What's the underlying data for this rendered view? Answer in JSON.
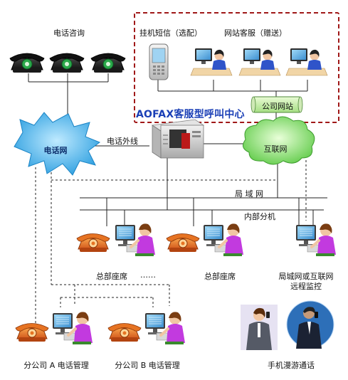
{
  "labels": {
    "phone_consult": "电话咨询",
    "sms_option": "挂机短信（选配）",
    "web_service": "网站客服（赠送）",
    "company_site": "公司网站",
    "system_title": "AOFAX客服型呼叫中心",
    "phone_network": "电话网",
    "phone_outbound": "电话外线",
    "internet": "互联网",
    "lan": "局 域 网",
    "internal_ext": "内部分机",
    "hq_seat_1": "总部座席",
    "ellipsis": "……",
    "hq_seat_2": "总部座席",
    "remote_monitor_line1": "局城网或互联网",
    "remote_monitor_line2": "远程监控",
    "branch_a": "分公司 A 电话管理",
    "branch_b": "分公司 B 电话管理",
    "mobile_roaming": "手机漫游通话"
  },
  "colors": {
    "title_blue": "#1a3fb6",
    "dashed_box_red": "#a01818",
    "cloud_blue": "#4fb8ef",
    "cloud_green": "#8fe07a",
    "line_black": "#222222"
  }
}
